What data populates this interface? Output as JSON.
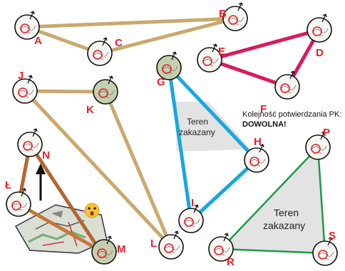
{
  "colors": {
    "tan": "#c9a96e",
    "magenta": "#d81b5c",
    "blue": "#19a7e0",
    "green": "#1a9a4a",
    "brown": "#b5652f",
    "orange_route": "#c8743a",
    "forbidden_fill": "#e3e3e3",
    "label_red": "#e8202a"
  },
  "note": {
    "line1": "Kolejność potwierdzania PK:",
    "line2": "DOWOLNA!"
  },
  "zones": {
    "zone1_line1": "Teren",
    "zone1_line2": "zakazany",
    "zone2_line1": "Teren",
    "zone2_line2": "zakazany"
  },
  "control_points": {
    "A": "A",
    "B": "B",
    "C": "C",
    "D": "D",
    "E": "E",
    "F": "F",
    "G": "G",
    "H": "H",
    "I": "I",
    "J": "J",
    "K": "K",
    "L": "L",
    "M": "M",
    "N": "N",
    "L_stroke": "Ł",
    "P": "P",
    "R": "R",
    "S": "S"
  },
  "icons": {
    "emoji": "surprised-face-icon",
    "arrow": "up-arrow-icon",
    "map": "torn-map-icon"
  }
}
